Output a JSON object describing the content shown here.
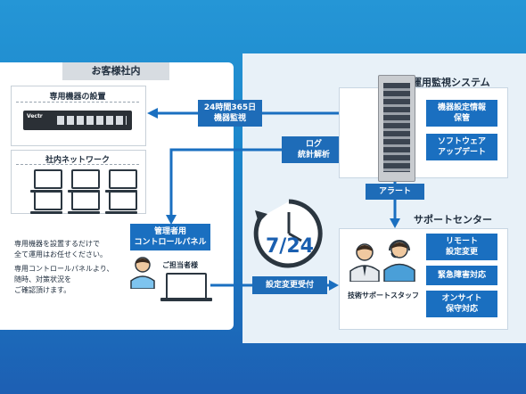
{
  "colors": {
    "accent": "#1a6fc0",
    "background": "#2596d6",
    "panel": "#ffffff"
  },
  "customer": {
    "title": "お客様社内",
    "device_header": "専用機器の設置",
    "device_brand": "Vectr",
    "network_header": "社内ネットワーク",
    "note1": "専用機器を設置するだけで\n全て運用はお任せください。",
    "note2": "専用コントロールパネルより、\n随時、対策状況を\nご確認頂けます。",
    "admin_label": "ご担当者様",
    "panel_btn": "管理者用\nコントロールパネル"
  },
  "middle": {
    "monitor": "24時間365日\n機器監視",
    "log": "ログ\n統計解析",
    "alert": "アラート",
    "change": "設定変更受付"
  },
  "system": {
    "title": "自動運用監視システム",
    "btn1": "機器設定情報\n保管",
    "btn2": "ソフトウェア\nアップデート"
  },
  "support": {
    "title": "サポートセンター",
    "staff_label": "技術サポートスタッフ",
    "clock_text": "7/24",
    "btn1": "リモート\n設定変更",
    "btn2": "緊急障害対応",
    "btn3": "オンサイト\n保守対応"
  }
}
